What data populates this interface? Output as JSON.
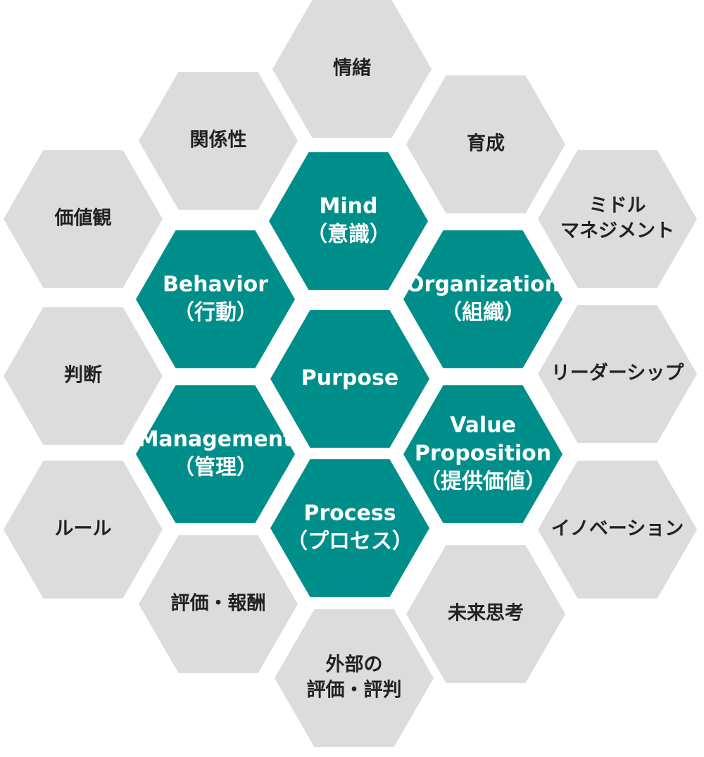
{
  "colors": {
    "core": "#008e8b",
    "outer": "#dcdcdc",
    "core_text": "#ffffff",
    "outer_text": "#222222"
  },
  "core": {
    "center": [
      "Purpose"
    ],
    "mind": [
      "Mind",
      "（意識）"
    ],
    "organization": [
      "Organization",
      "（組織）"
    ],
    "value_proposition": [
      "Value",
      "Proposition",
      "（提供価値）"
    ],
    "process": [
      "Process",
      "（プロセス）"
    ],
    "management": [
      "Management",
      "（管理）"
    ],
    "behavior": [
      "Behavior",
      "（行動）"
    ]
  },
  "outer": {
    "emotion": [
      "情緒"
    ],
    "development": [
      "育成"
    ],
    "middle_management": [
      "ミドル",
      "マネジメント"
    ],
    "leadership": [
      "リーダーシップ"
    ],
    "innovation": [
      "イノベーション"
    ],
    "future_thinking": [
      "未来思考"
    ],
    "external_reputation": [
      "外部の",
      "評価・評判"
    ],
    "evaluation_reward": [
      "評価・報酬"
    ],
    "rules": [
      "ルール"
    ],
    "judgment": [
      "判断"
    ],
    "values": [
      "価値観"
    ],
    "relationships": [
      "関係性"
    ]
  }
}
